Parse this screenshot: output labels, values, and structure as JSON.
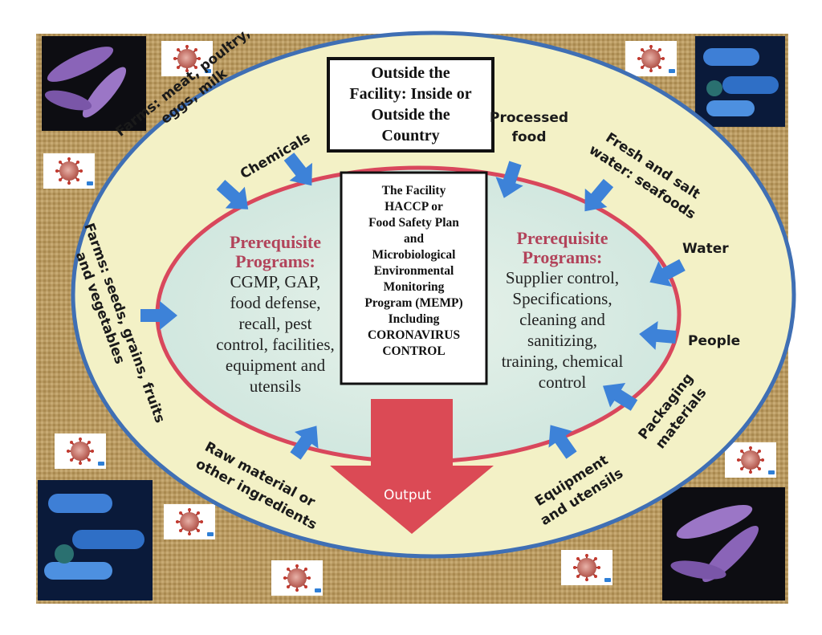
{
  "outside_box": {
    "line1": "Outside the",
    "line2": "Facility: Inside or",
    "line3": "Outside the",
    "line4": "Country"
  },
  "facility_box": {
    "lines": [
      "The Facility",
      "HACCP or",
      "Food Safety Plan",
      "and",
      "Microbiological",
      "Environmental",
      "Monitoring",
      "Program (MEMP)",
      "Including",
      "CORONAVIRUS",
      "CONTROL"
    ]
  },
  "left_program": {
    "title1": "Prerequisite",
    "title2": "Programs:",
    "lines": [
      "CGMP, GAP,",
      "food defense,",
      "recall, pest",
      "control, facilities,",
      "equipment and",
      "utensils"
    ]
  },
  "right_program": {
    "title1": "Prerequisite",
    "title2": "Programs:",
    "lines": [
      "Supplier control,",
      "Specifications,",
      "cleaning and",
      "sanitizing,",
      "training, chemical",
      "control"
    ]
  },
  "inputs": {
    "farms_meat_1": "Farms: meat, poultry,",
    "farms_meat_2": "eggs, milk",
    "chemicals": "Chemicals",
    "farms_seeds_1": "Farms: seeds, grains, fruits",
    "farms_seeds_2": "and vegetables",
    "raw_1": "Raw material or",
    "raw_2": "other ingredients",
    "processed_1": "Processed",
    "processed_2": "food",
    "fresh_1": "Fresh and salt",
    "fresh_2": "water: seafoods",
    "water": "Water",
    "people": "People",
    "packaging_1": "Packaging",
    "packaging_2": "materials",
    "equipment_1": "Equipment",
    "equipment_2": "and utensils"
  },
  "output_label": "Output",
  "colors": {
    "burlap": "#b99a62",
    "ellipse_fill": "#f3f1c6",
    "ellipse_border": "#3f6fb4",
    "inner_border": "#d9475c",
    "inner_fill": "#d9ece4",
    "arrow_blue": "#3d82d8",
    "output_red": "#db4a55"
  }
}
